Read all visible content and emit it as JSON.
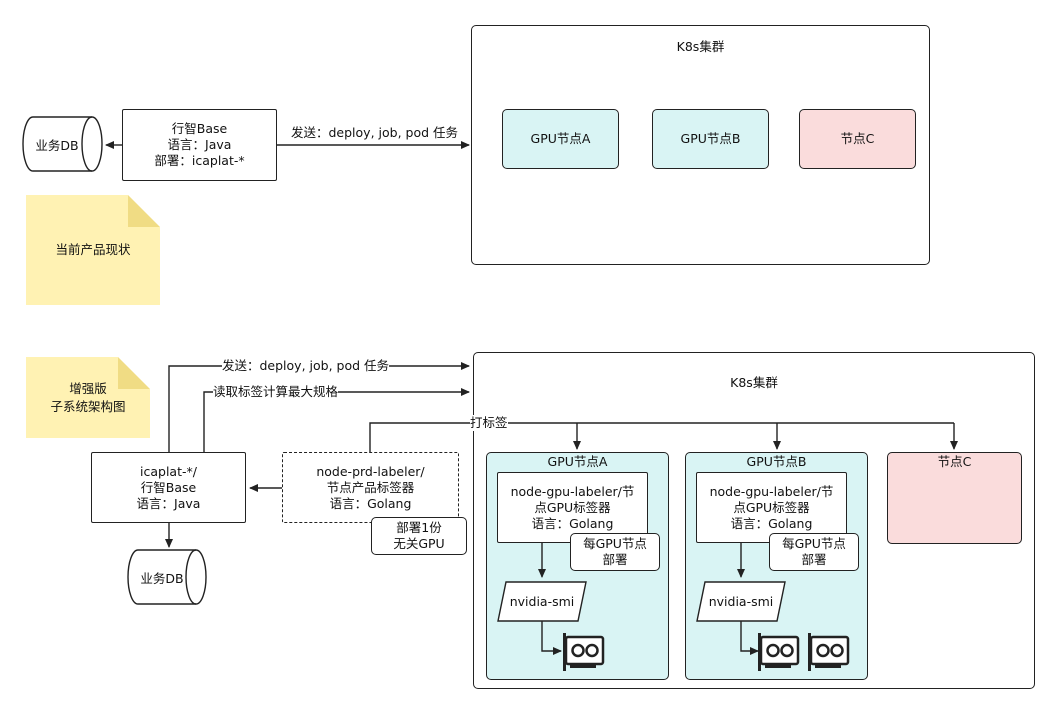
{
  "diagram_top": {
    "db_label": "业务DB",
    "base_lines": [
      "行智Base",
      "语言：Java",
      "部署：icaplat-*"
    ],
    "send_label": "发送：deploy, job, pod 任务",
    "note": "当前产品现状",
    "cluster_title": "K8s集群",
    "nodes": [
      "GPU节点A",
      "GPU节点B",
      "节点C"
    ]
  },
  "diagram_bottom": {
    "note_lines": [
      "增强版",
      "子系统架构图"
    ],
    "send_label": "发送：deploy, job, pod 任务",
    "read_label": "读取标签计算最大规格",
    "tag_label": "打标签",
    "cluster_title": "K8s集群",
    "app_lines": [
      "icaplat-*/",
      "行智Base",
      "语言：Java"
    ],
    "db_label": "业务DB",
    "labeler_lines": [
      "node-prd-labeler/",
      "节点产品标签器",
      "语言：Golang"
    ],
    "labeler_note_lines": [
      "部署1份",
      "无关GPU"
    ],
    "node_a": {
      "title": "GPU节点A",
      "labeler_lines": [
        "node-gpu-labeler/节",
        "点GPU标签器",
        "语言：Golang"
      ],
      "deploy_lines": [
        "每GPU节点",
        "部署"
      ],
      "smi": "nvidia-smi"
    },
    "node_b": {
      "title": "GPU节点B",
      "labeler_lines": [
        "node-gpu-labeler/节",
        "点GPU标签器",
        "语言：Golang"
      ],
      "deploy_lines": [
        "每GPU节点",
        "部署"
      ],
      "smi": "nvidia-smi"
    },
    "node_c": {
      "title": "节点C"
    }
  },
  "colors": {
    "node_fill": "#d9f4f4",
    "node_c_fill": "#fadcdc",
    "note_fill": "#fff2b3"
  },
  "icons": [
    "gpu-card-icon",
    "database-icon",
    "arrow-icon"
  ]
}
